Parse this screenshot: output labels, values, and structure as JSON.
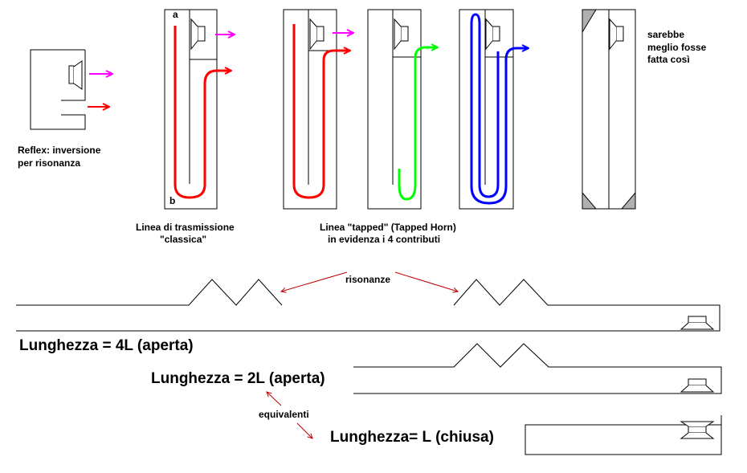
{
  "labels": {
    "reflex_line1": "Reflex: inversione",
    "reflex_line2": "per risonanza",
    "point_a": "a",
    "point_b": "b",
    "tl_line1": "Linea di trasmissione",
    "tl_line2": "\"classica\"",
    "tapped_line1": "Linea \"tapped\" (Tapped Horn)",
    "tapped_line2": "in evidenza i 4 contributi",
    "better_line1": "sarebbe",
    "better_line2": "meglio fosse",
    "better_line3": "fatta così",
    "risonanze": "risonanze",
    "len_4l": "Lunghezza = 4L (aperta)",
    "len_2l": "Lunghezza = 2L (aperta)",
    "equivalenti": "equivalenti",
    "len_l": "Lunghezza= L (chiusa)"
  },
  "colors": {
    "red": "#ff0000",
    "magenta": "#ff00ff",
    "green": "#00ff00",
    "blue": "#0000ff",
    "gray": "#b0b0b0",
    "dark_red": "#c00000"
  }
}
